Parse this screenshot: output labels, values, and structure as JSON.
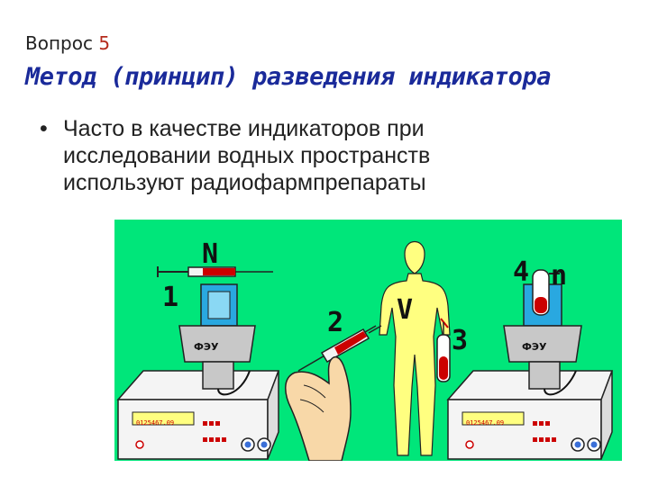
{
  "header": {
    "question_prefix": "Вопрос",
    "question_number": "5",
    "title": "Метод (принцип) разведения индикатора"
  },
  "bullet": {
    "marker": "•",
    "text": "Часто в качестве индикаторов при исследовании водных пространств используют радиофармпрепараты"
  },
  "figure": {
    "labels": {
      "n_upper": "N",
      "one": "1",
      "two": "2",
      "v": "V",
      "three": "3",
      "four": "4",
      "n_lower": "n"
    },
    "detector_label": "ФЭУ",
    "counter_display": "0125467.09",
    "colors": {
      "background": "#00e67a",
      "detector": "#29a8e0",
      "body": "#ffff80",
      "blood": "#cc0000",
      "instrument": "#f5f5f5"
    }
  }
}
